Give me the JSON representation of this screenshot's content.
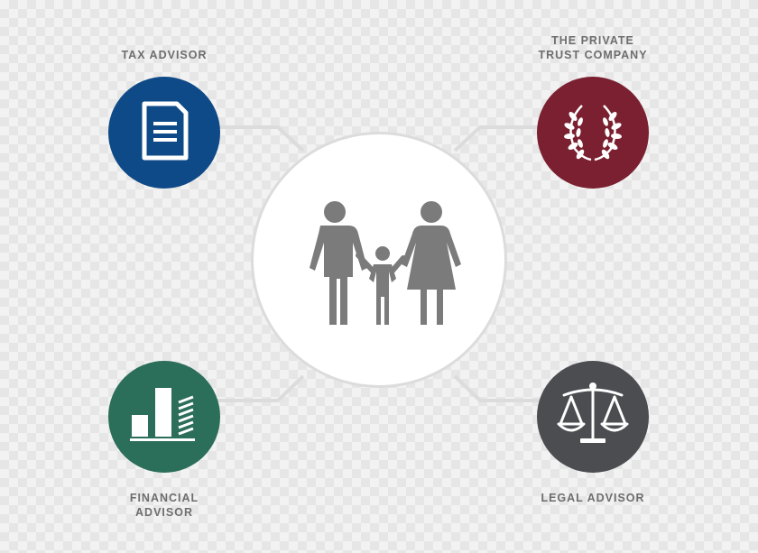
{
  "colors": {
    "tax": "#0e4a87",
    "trust": "#7b2030",
    "financial": "#2b6e5a",
    "legal": "#4b4d51",
    "people": "#7b7b7b",
    "connector": "#dcdcdc",
    "label": "#6d6d6d"
  },
  "center": {
    "icon": "family-icon"
  },
  "nodes": [
    {
      "id": "tax",
      "icon": "document-icon",
      "label_lines": [
        "TAX ADVISOR"
      ]
    },
    {
      "id": "trust",
      "icon": "laurel-wreath-icon",
      "label_lines": [
        "THE PRIVATE",
        "TRUST COMPANY"
      ]
    },
    {
      "id": "financial",
      "icon": "bar-chart-icon",
      "label_lines": [
        "FINANCIAL",
        "ADVISOR"
      ]
    },
    {
      "id": "legal",
      "icon": "scales-of-justice-icon",
      "label_lines": [
        "LEGAL ADVISOR"
      ]
    }
  ]
}
